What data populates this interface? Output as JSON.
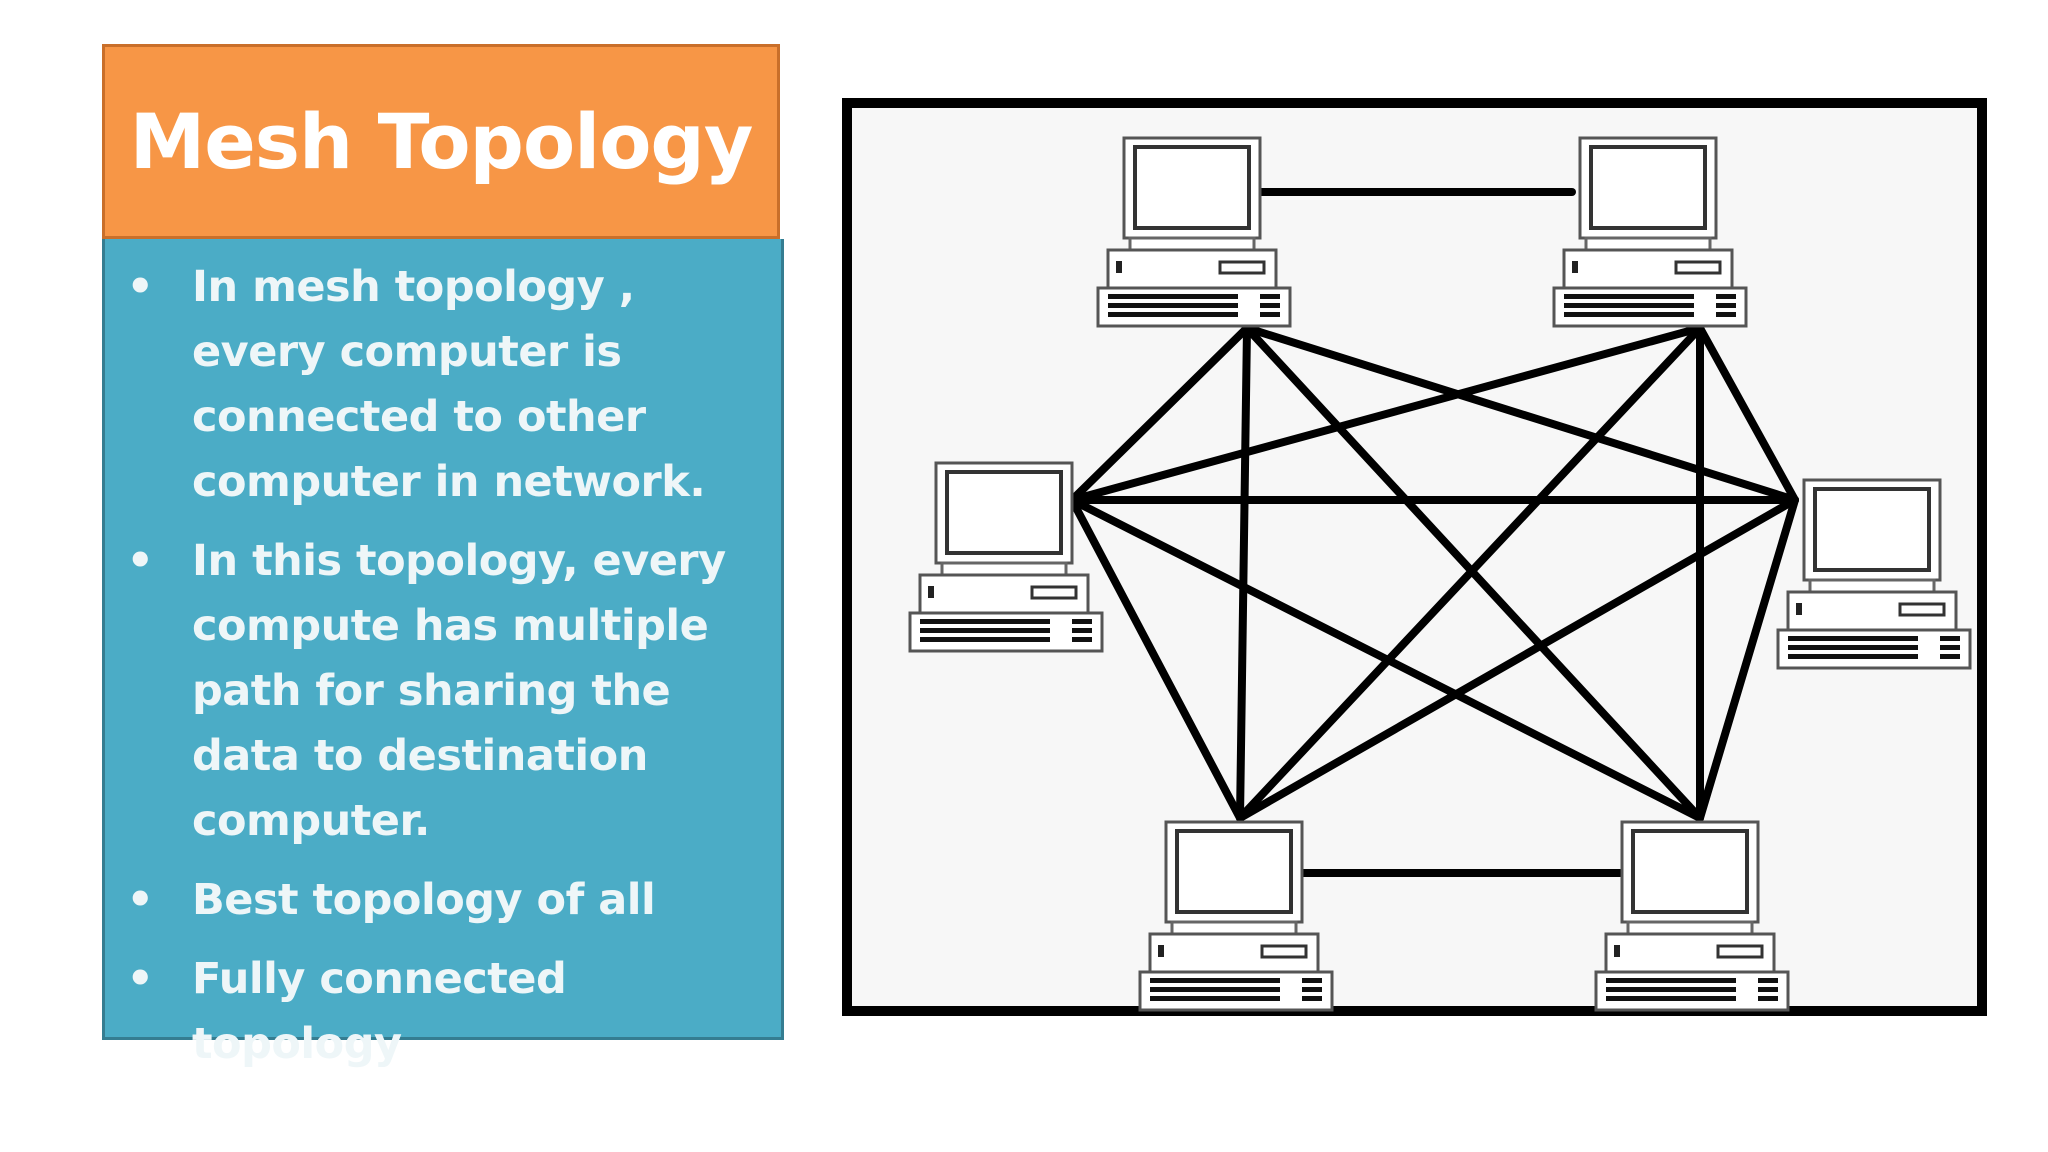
{
  "slide": {
    "title": "Mesh Topology",
    "bullets": [
      "In mesh topology , every computer is connected to other computer in network.",
      "In this topology, every compute has multiple path for sharing the data to destination computer.",
      "Best topology of all",
      "Fully connected topology"
    ],
    "bullet_symbol": "•",
    "colors": {
      "title_background": "#F79646",
      "body_background": "#4BACC6",
      "text": "#FFFFFF",
      "diagram_lines": "#000000"
    }
  },
  "diagram": {
    "nodes": [
      "computer-top-left",
      "computer-top-right",
      "computer-left",
      "computer-right",
      "computer-bottom-left",
      "computer-bottom-right"
    ],
    "icon": "desktop-computer-icon"
  }
}
